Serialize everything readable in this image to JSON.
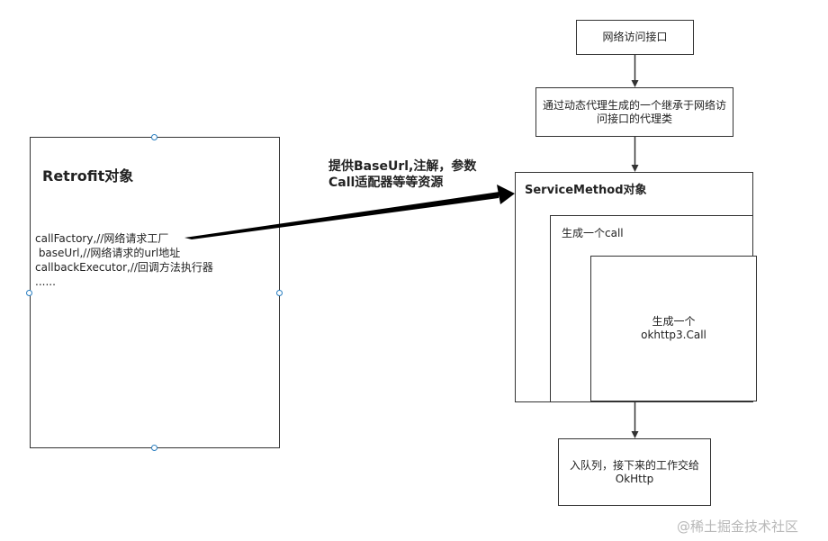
{
  "retrofit": {
    "title": "Retrofit对象",
    "lines": [
      "callFactory,//网络请求工厂",
      " baseUrl,//网络请求的url地址",
      "callbackExecutor,//回调方法执行器",
      "......"
    ]
  },
  "arrow_label": {
    "line1": "提供BaseUrl,注解，参数",
    "line2": "Call适配器等等资源"
  },
  "network_interface": "网络访问接口",
  "proxy_class": "通过动态代理生成的一个继承于网络访问接口的代理类",
  "service_method": {
    "title": "ServiceMethod对象",
    "call_box": "生成一个call",
    "okhttp_box": "生成一个\nokhttp3.Call"
  },
  "enqueue": "入队列，接下来的工作交给OkHttp",
  "watermark": "@稀土掘金技术社区"
}
